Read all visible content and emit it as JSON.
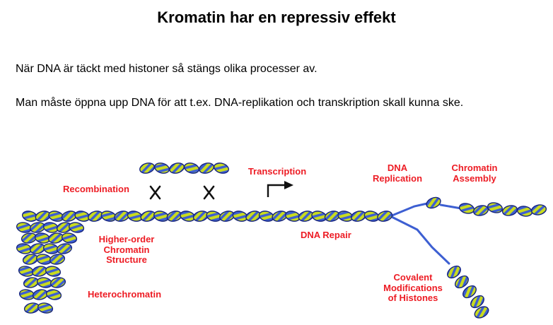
{
  "slide": {
    "title": "Kromatin har en repressiv effekt",
    "paragraphs": [
      "När DNA är täckt med histoner så stängs olika processer av.",
      "Man måste öppna upp DNA för att t.ex. DNA-replikation och transkription skall kunna ske."
    ]
  },
  "diagram": {
    "labels": {
      "recombination": "Recombination",
      "transcription": "Transcription",
      "dna_replication": "DNA\nReplication",
      "chromatin_assembly": "Chromatin\nAssembly",
      "dna_repair": "DNA Repair",
      "higher_order": "Higher-order\nChromatin\nStructure",
      "heterochromatin": "Heterochromatin",
      "covalent_modifications": "Covalent\nModifications\nof Histones"
    },
    "icons": {
      "x_mark": "✗",
      "transcription_arrow": "↱"
    },
    "colors": {
      "label_red": "#ed1c24",
      "nucleosome_yellow": "#c9db1e",
      "dna_blue": "#3d5fd2",
      "outline_navy": "#16247e",
      "text_black": "#000000"
    }
  }
}
